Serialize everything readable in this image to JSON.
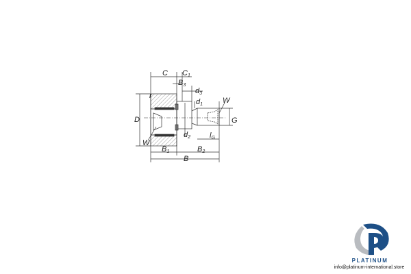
{
  "drawing": {
    "labels": {
      "C": "C",
      "C1": "C",
      "C1_sub": "1",
      "B3": "B",
      "B3_sub": "3",
      "d3": "d",
      "d3_sub": "3",
      "d1": "d",
      "d1_sub": "1",
      "W_top": "W",
      "D": "D",
      "G": "G",
      "d2": "d",
      "d2_sub": "2",
      "lG": "l",
      "lG_sub": "G",
      "W_bottom": "W",
      "r": "r",
      "B1": "B",
      "B1_sub": "1",
      "B2": "B",
      "B2_sub": "2",
      "B": "B"
    }
  },
  "logo": {
    "brand": "PLATINUM",
    "email": "info@platinum-international.store",
    "colors": {
      "blue": "#1d4f86",
      "gray": "#b9bcc0"
    }
  }
}
